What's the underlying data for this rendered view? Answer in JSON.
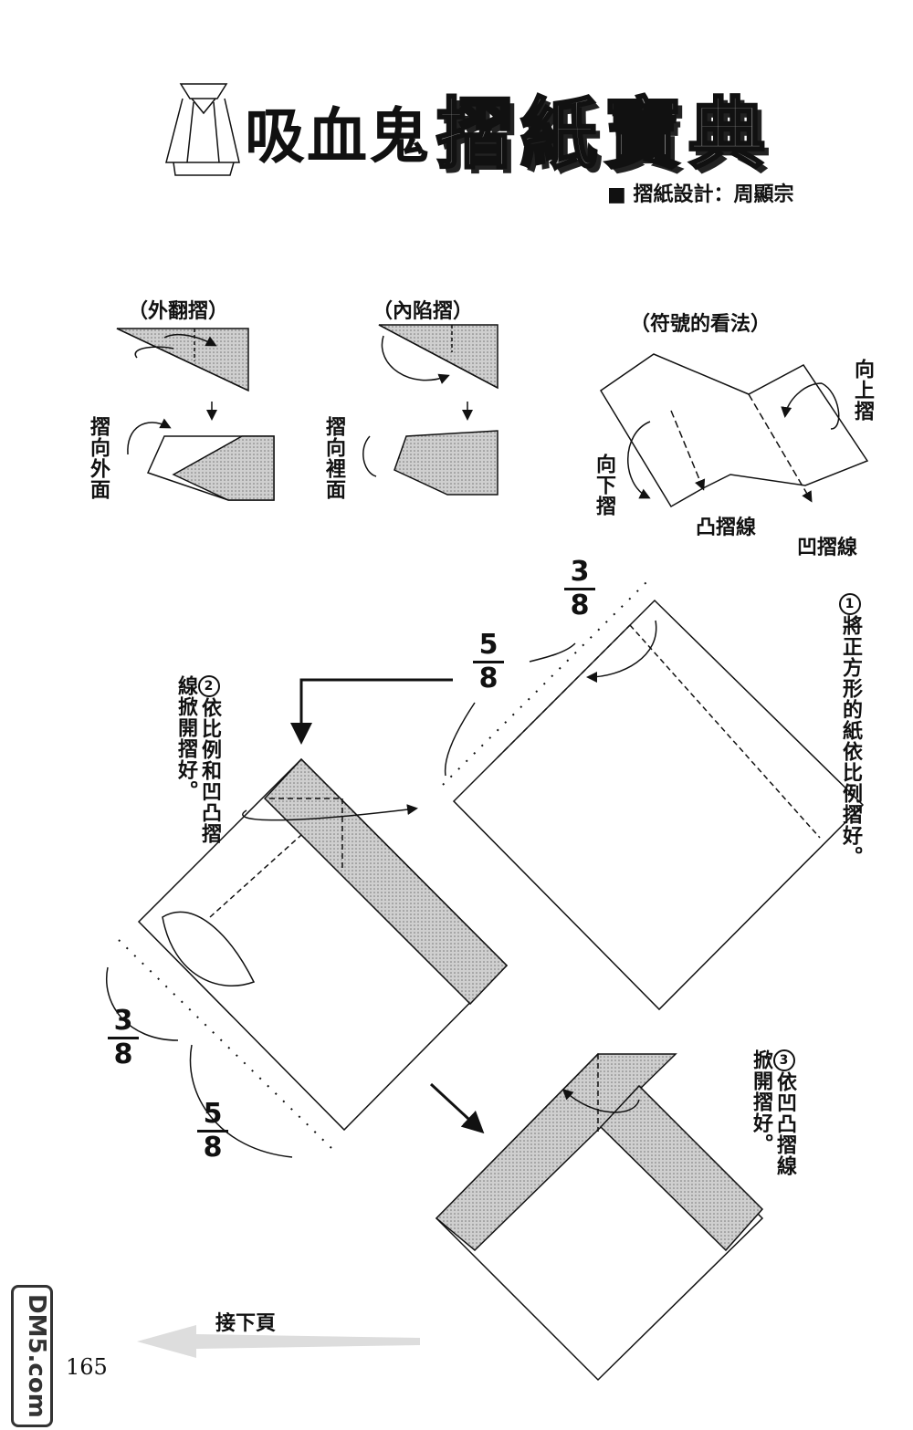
{
  "title": {
    "prefix": "吸血鬼",
    "main": "摺紙寶典"
  },
  "credit": "■ 摺紙設計：周顯宗",
  "legend": {
    "outside_reverse": "（外翻摺）",
    "inside_reverse": "（內陷摺）",
    "symbols": "（符號的看法）",
    "fold_outward": "摺向外面",
    "fold_inward": "摺向裡面",
    "fold_up": "向上摺",
    "fold_down": "向下摺",
    "mountain_line": "凸摺線",
    "valley_line": "凹摺線"
  },
  "steps": [
    {
      "num": "1",
      "text": "將正方形的紙依比例摺好。"
    },
    {
      "num": "2",
      "text": "依比例和凹凸摺線掀開摺好。"
    },
    {
      "num": "3",
      "text": "依凹凸摺線掀開摺好。"
    }
  ],
  "fractions": {
    "s1a": {
      "num": "3",
      "den": "8"
    },
    "s1b": {
      "num": "5",
      "den": "8"
    },
    "s2a": {
      "num": "3",
      "den": "8"
    },
    "s2b": {
      "num": "5",
      "den": "8"
    }
  },
  "next_page": "接下頁",
  "page_number": "165",
  "watermark": "DM5.com"
}
